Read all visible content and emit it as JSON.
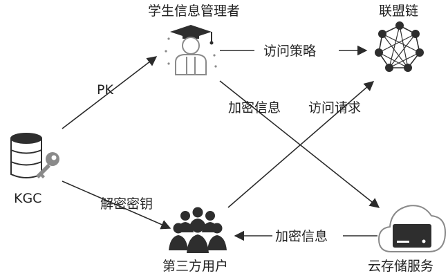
{
  "nodes": {
    "manager": "学生信息管理者",
    "blockchain": "联盟链",
    "kgc": "KGC",
    "user": "第三方用户",
    "cloud": "云存储服务"
  },
  "edges": {
    "pk": "PK",
    "access_policy": "访问策略",
    "encrypt_info_top": "加密信息",
    "access_request": "访问请求",
    "decrypt_key": "解密密钥",
    "encrypt_info_bottom": "加密信息"
  },
  "colors": {
    "line": "#2b2b2b",
    "icon_dark": "#2e2e2e",
    "icon_light": "#8a8a8a"
  }
}
